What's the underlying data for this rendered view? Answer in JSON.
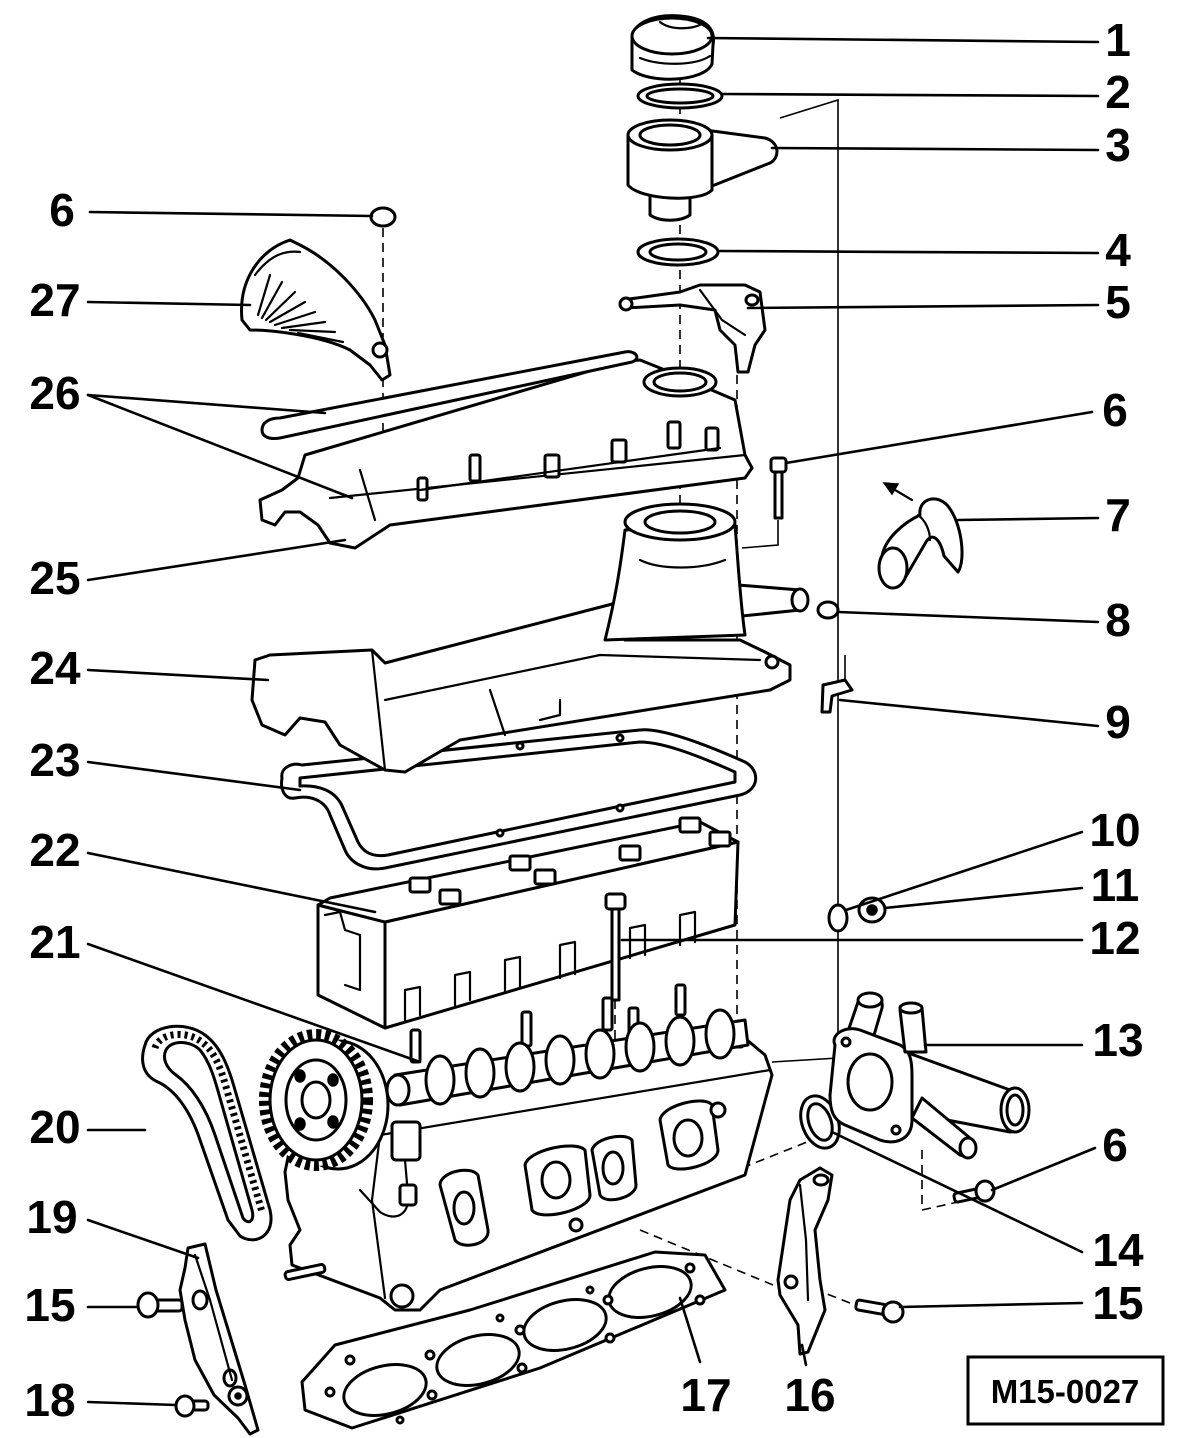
{
  "callouts_right": [
    "1",
    "2",
    "3",
    "4",
    "5",
    "6",
    "7",
    "8",
    "9",
    "10",
    "11",
    "12",
    "13",
    "6",
    "14",
    "15"
  ],
  "callouts_left": [
    "6",
    "27",
    "26",
    "25",
    "24",
    "23",
    "22",
    "21",
    "20",
    "19",
    "15",
    "18"
  ],
  "callouts_bottom": [
    "17",
    "16"
  ],
  "figure_id": "M15-0027",
  "colors": {
    "line": "#000000",
    "background": "#ffffff"
  }
}
